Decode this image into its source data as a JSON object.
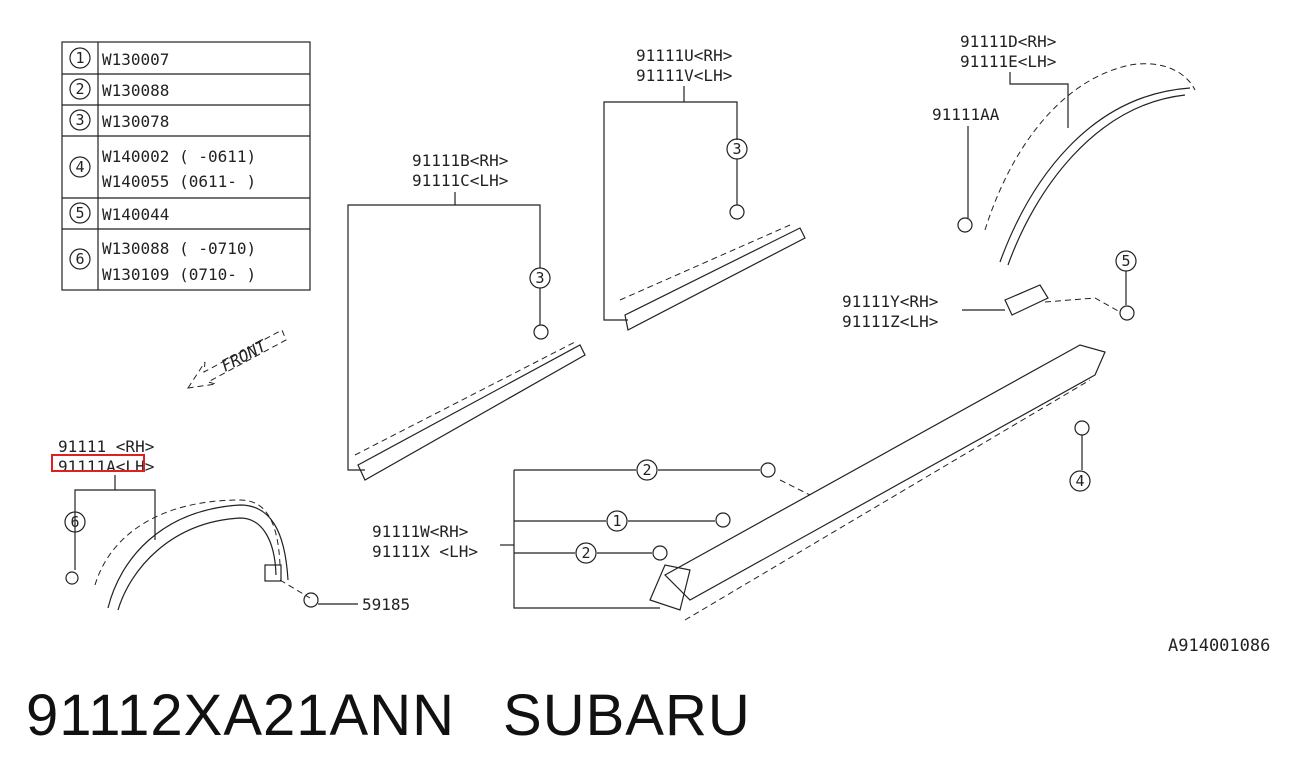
{
  "legend": {
    "rows": [
      {
        "num": "1",
        "lines": [
          "W130007"
        ]
      },
      {
        "num": "2",
        "lines": [
          "W130088"
        ]
      },
      {
        "num": "3",
        "lines": [
          "W130078"
        ]
      },
      {
        "num": "4",
        "lines": [
          "W140002 ( -0611)",
          "W140055 (0611- )"
        ]
      },
      {
        "num": "5",
        "lines": [
          "W140044"
        ]
      },
      {
        "num": "6",
        "lines": [
          "W130088 ( -0710)",
          "W130109 (0710- )"
        ]
      }
    ]
  },
  "front_label": "FRONT",
  "parts": {
    "front_arch_rh": "91111 <RH>",
    "front_arch_lh": "91111A<LH>",
    "front_arch_clip": "59185",
    "rocker_front_rh": "91111B<RH>",
    "rocker_front_lh": "91111C<LH>",
    "rocker_rear_rh": "91111U<RH>",
    "rocker_rear_lh": "91111V<LH>",
    "rear_arch_rh": "91111D<RH>",
    "rear_arch_lh": "91111E<LH>",
    "rear_arch_sub": "91111AA",
    "bracket_rh": "91111Y<RH>",
    "bracket_lh": "91111Z<LH>",
    "side_sill_rh": "91111W<RH>",
    "side_sill_lh": "91111X <LH>"
  },
  "callouts": {
    "c1": "1",
    "c2a": "2",
    "c2b": "2",
    "c3a": "3",
    "c3b": "3",
    "c4": "4",
    "c5": "5",
    "c6": "6"
  },
  "highlight_color": "#e02020",
  "diagram_code": "A914001086",
  "caption": {
    "part_number": "91112XA21ANN",
    "brand": "SUBARU"
  }
}
